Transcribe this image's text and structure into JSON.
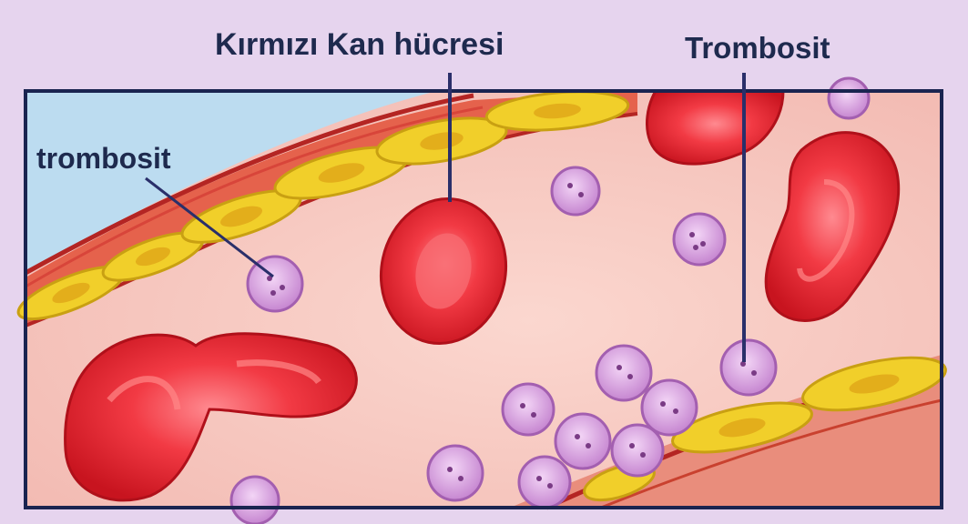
{
  "labels": {
    "red_blood_cell": "Kırmızı Kan hücresi",
    "platelet_top": "Trombosit",
    "platelet_left": "trombosit"
  },
  "colors": {
    "background": "#e6d4ee",
    "plasma": "#f6c9c0",
    "vessel_wall": "#c8342e",
    "endothelial_cell": "#f1cf2a",
    "red_blood_cell": "#e0202e",
    "platelet": "#c98fd2",
    "lumen_outside": "#bcdcf0",
    "label_text": "#1e2a4e"
  }
}
